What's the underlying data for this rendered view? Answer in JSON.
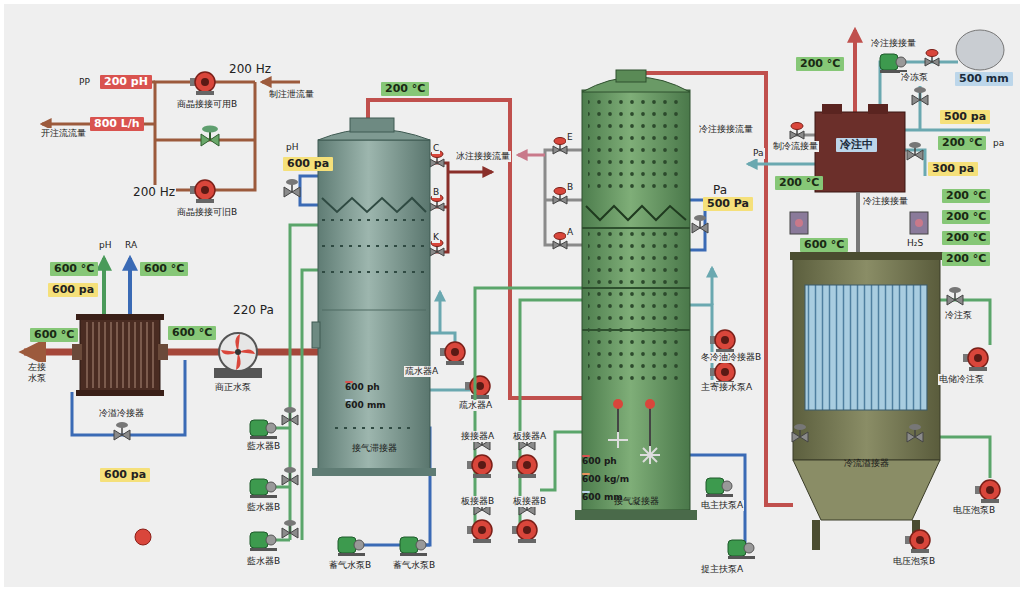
{
  "diagram": {
    "nodes": [
      {
        "text": [
          "200 pH"
        ]
      },
      {
        "text": [
          "800 L/h"
        ]
      },
      {
        "text": [
          "600 °C"
        ]
      },
      {
        "text": [
          "600 °C"
        ]
      },
      {
        "text": [
          "600 pa"
        ]
      },
      {
        "text": [
          "600 °C"
        ]
      },
      {
        "text": [
          "600 °C"
        ]
      },
      {
        "text": [
          "冷溢冷接器"
        ]
      },
      {
        "text": [
          "600 pa"
        ]
      },
      {
        "text": [
          "200 °C"
        ]
      },
      {
        "text": [
          "600 pa"
        ]
      },
      {
        "text": [
          "接气滞接器"
        ]
      },
      {
        "text": [
          "600 ph"
        ],
        "in": 11
      },
      {
        "text": [
          "600 mm"
        ],
        "in": 11
      },
      {
        "text": [
          "200 °C"
        ]
      },
      {
        "text": [
          "冷注中"
        ]
      },
      {
        "text": [
          "500 mm"
        ]
      },
      {
        "text": [
          "500 pa"
        ]
      },
      {
        "text": [
          "200 °C"
        ]
      },
      {
        "text": [
          "200 °C"
        ]
      },
      {
        "text": [
          "300 pa"
        ]
      },
      {
        "text": [
          "500 Pa"
        ]
      },
      {
        "text": [
          "接气凝接器"
        ]
      },
      {
        "text": [
          "600 ph"
        ],
        "in": 22
      },
      {
        "text": [
          "600 kg/m"
        ],
        "in": 22
      },
      {
        "text": [
          "600 mm"
        ],
        "in": 22
      },
      {
        "text": [
          "600 °C"
        ]
      },
      {
        "text": [
          "200 °C"
        ]
      },
      {
        "text": [
          "200 °C"
        ]
      },
      {
        "text": [
          "200 °C"
        ]
      },
      {
        "text": [
          "200 °C"
        ]
      },
      {
        "text": [
          "冷流溢接器"
        ]
      }
    ],
    "edges": [
      {
        "from": 7,
        "to": 11,
        "arrow": "none"
      },
      {
        "from": 11,
        "to": 22,
        "arrow": "none"
      },
      {
        "from": 22,
        "to": 31,
        "arrow": "none"
      }
    ],
    "labels": [
      "PP",
      "200 Hz",
      "制注泄流量",
      "开注流流量",
      "商晶接接可用B",
      "200 Hz",
      "商晶接接可旧B",
      "pH",
      "RA",
      "左接 水泵",
      "220 Pa",
      "商正水泵",
      "pH",
      "C",
      "B",
      "K",
      "冰注接接流量",
      "疏水器A",
      "疏水器A",
      "藍水器B",
      "藍水器B",
      "藍水器B",
      "蓄气水泵B",
      "蓄气水泵B",
      "E",
      "B",
      "A",
      "Pa",
      "冬冷油冷接器B",
      "主寄接水泵A",
      "接接器A",
      "板接器A",
      "板接器B",
      "板接器B",
      "电主扶泵A",
      "捉主扶泵A",
      "冷注接接量",
      "冷冻泵",
      "冷注接接流量",
      "制冷流接量",
      "Pa",
      "冷注接接量",
      "pa",
      "H₂S",
      "冷注泵",
      "电储冷注泵",
      "电压泡泵B",
      "电压泡泵B"
    ]
  }
}
